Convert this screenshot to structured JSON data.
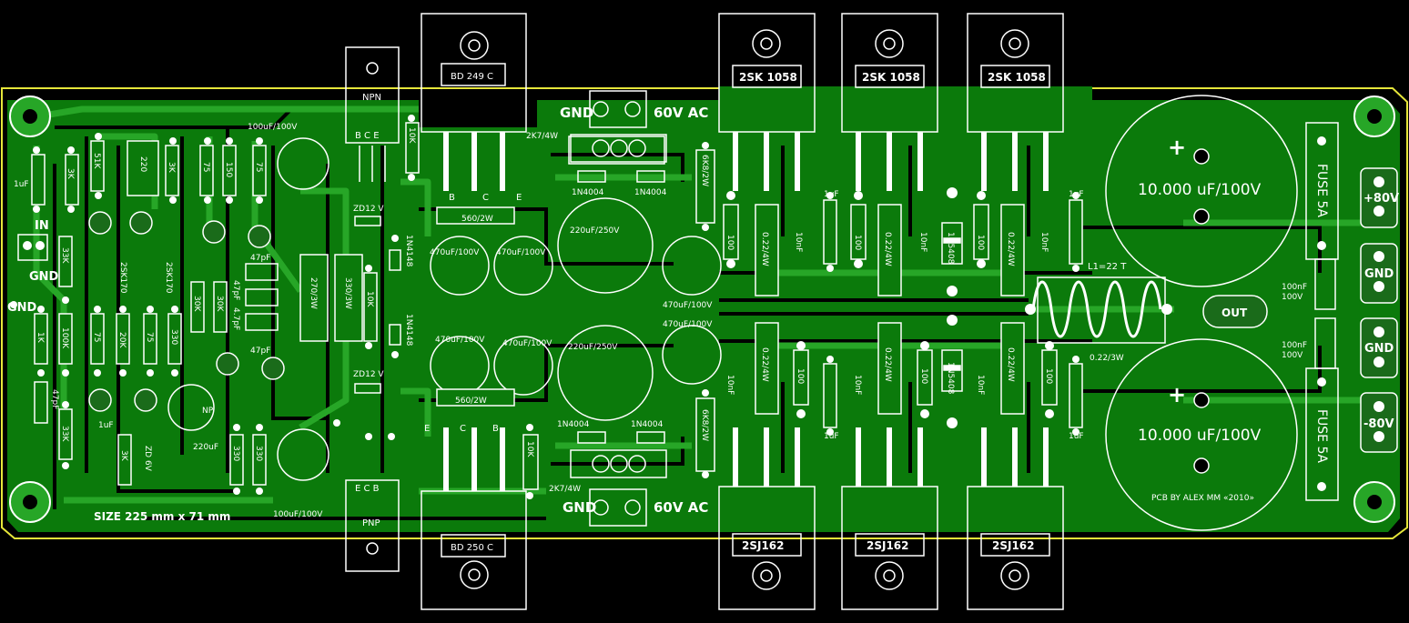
{
  "colors": {
    "background": "#000000",
    "board": "#1a6b1a",
    "copper": "#0d7a0d",
    "trace": "#3aa63a",
    "silk": "#ffffff",
    "outline": "#e6e63a",
    "pad": "#ffffff"
  },
  "board": {
    "size": "SIZE 225 mm x 71 mm",
    "credit": "PCB BY ALEX MM «2010»"
  },
  "connectors": {
    "in": "IN",
    "gnd_left": "GND",
    "gnd_in": "GND",
    "ac_top_gnd": "GND",
    "ac_top_v": "60V AC",
    "ac_bot_gnd": "GND",
    "ac_bot_v": "60V AC",
    "plus80": "+80V",
    "minus80": "-80V",
    "gnd_right1": "GND",
    "gnd_right2": "GND",
    "out": "OUT"
  },
  "transistors": {
    "npn_driver": "NPN",
    "pnp_driver": "PNP",
    "npn_pins": "B C E",
    "pnp_pins": "E C B",
    "bd249": "BD 249 C",
    "bd250": "BD 250 C",
    "bd249_pins": [
      "B",
      "C",
      "E"
    ],
    "bd250_pins": [
      "E",
      "C",
      "B"
    ],
    "nmos": [
      "2SK 1058",
      "2SK 1058",
      "2SK 1058"
    ],
    "pmos": [
      "2SJ162",
      "2SJ162",
      "2SJ162"
    ]
  },
  "main_caps": {
    "top": "10.000 uF/100V",
    "bottom": "10.000 uF/100V",
    "plus": "+"
  },
  "fuses": {
    "top": "FUSE 5A",
    "bottom": "FUSE 5A"
  },
  "inductor": {
    "label": "L1=22 T",
    "resistor": "0.22/3W"
  },
  "components": {
    "c_1uF_in": "1uF",
    "r_3K": "3K",
    "r_51K": "51K",
    "r_220": "220",
    "r_3K2": "3K",
    "r_75a": "75",
    "r_150": "150",
    "r_75b": "75",
    "cap_100uF_top": "100uF/100V",
    "cap_100uF_bot": "100uF/100V",
    "r_33K": "33K",
    "q_2sk170a": "2SK170",
    "q_2sk170b": "2SK170",
    "r_30K_a": "30K",
    "r_30K_b": "30K",
    "c_47pF_a": "47pF",
    "c_47pF_b": "47pF",
    "c_47pF_c": "47pF",
    "c_47pF_d": "4.7pF",
    "r_1K": "1K",
    "r_100K": "100K",
    "r_75c": "75",
    "r_20K": "20K",
    "r_75d": "75",
    "r_330a": "330",
    "c_47pF_left": "47pF",
    "r_33K_b": "33K",
    "r_3K_b": "3K",
    "zd_6v": "ZD 6V",
    "c_220uF": "220uF",
    "np": "NP",
    "r_330b": "330",
    "r_330c": "330",
    "c_1uF_b": "1uF",
    "zd12_top": "ZD12 V",
    "zd12_bot": "ZD12 V",
    "d_1n4148_a": "1N4148",
    "d_1n4148_b": "1N4148",
    "r_270_3W": "270/3W",
    "r_330_3W": "330/3W",
    "r_10K": "10K",
    "r_10K_top": "10K",
    "r_10K_bot": "10K",
    "r_560_top": "560/2W",
    "r_560_bot": "560/2W",
    "cap_470_a": "470uF/100V",
    "cap_470_b": "470uF/100V",
    "cap_470_c": "470uF/100V",
    "cap_470_d": "470uF/100V",
    "cap_220_top": "220uF/250V",
    "cap_220_bot": "220uF/250V",
    "r_2k7_top": "2K7/4W",
    "r_2k7_bot": "2K7/4W",
    "d_1n4004": [
      "1N4004",
      "1N4004",
      "1N4004",
      "1N4004"
    ],
    "r_6k8_top": "6K8/2W",
    "r_6k8_bot": "6K8/2W",
    "cap_470_e": "470uF/100V",
    "cap_470_f": "470uF/100V",
    "r_022": "0.22/4W",
    "r_100": "100",
    "c_10nF": "10nF",
    "c_1uF_ps": "1uF",
    "d_1n5408_a": "1N5408",
    "d_1n5408_b": "1N5408",
    "c_100nF_a": "100nF",
    "c_100V_a": "100V",
    "c_100nF_b": "100nF",
    "c_100V_b": "100V"
  }
}
